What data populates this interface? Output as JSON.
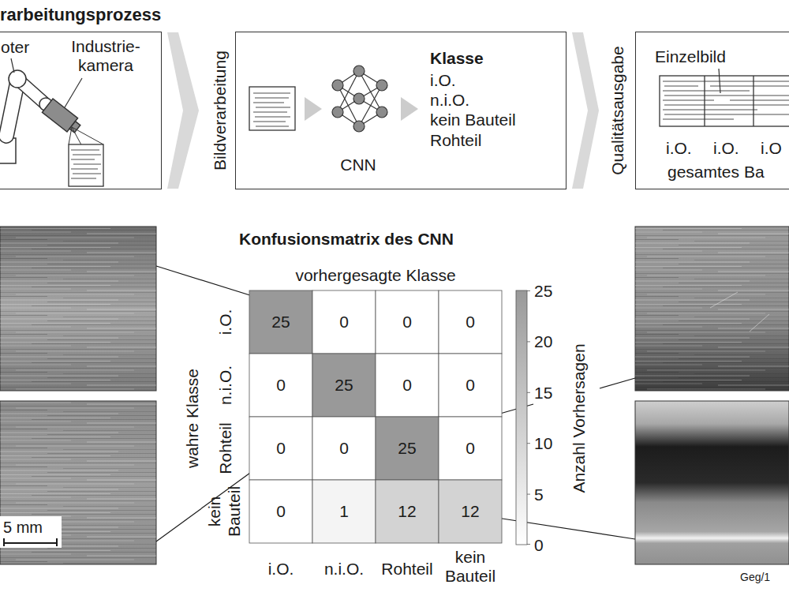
{
  "diagram": {
    "title": "rarbeitungsprozess",
    "nodes": [
      {
        "text": [
          "oter",
          "Industrie- kamera"
        ]
      },
      {
        "text": [
          "Bildverarbeitung",
          "CNN",
          "Klasse",
          "i.O.",
          "n.i.O.",
          "kein Bauteil",
          "Rohteil"
        ]
      },
      {
        "text": [
          "Qualitätsausgabe",
          "Einzelbild",
          "i.O.",
          "i.O.",
          "i.O",
          "gesamtes Ba"
        ]
      }
    ],
    "edges": [
      {
        "from": 0,
        "to": 1,
        "arrow": "to"
      },
      {
        "from": 1,
        "to": 2,
        "arrow": "to"
      }
    ],
    "labels": [
      "Konfusionsmatrix des CNN",
      "vorhergesagte Klasse",
      "wahre Klasse",
      "i.O.",
      "n.i.O.",
      "Rohteil",
      "kein Bauteil",
      "25",
      "0",
      "0",
      "0",
      "0",
      "25",
      "0",
      "0",
      "0",
      "0",
      "25",
      "0",
      "0",
      "1",
      "12",
      "12",
      "i.O.",
      "n.i.O.",
      "Rohteil",
      "kein Bauteil",
      "25",
      "20",
      "15",
      "10",
      "5",
      "0",
      "Anzahl Vorhersagen",
      "5 mm",
      "Geg/1"
    ]
  }
}
